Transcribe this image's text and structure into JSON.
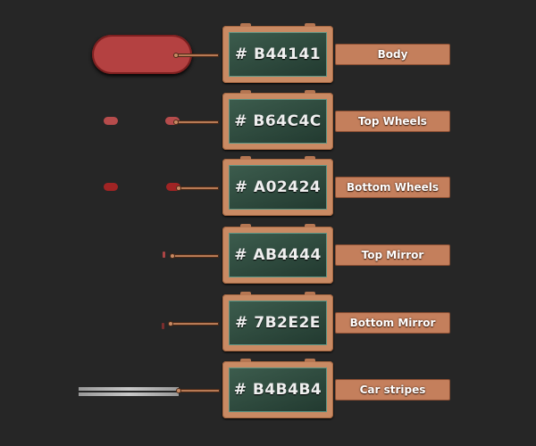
{
  "swatches": [
    {
      "hex_label": "# B44141",
      "name": "Body",
      "color": "#B44141"
    },
    {
      "hex_label": "# B64C4C",
      "name": "Top Wheels",
      "color": "#B64C4C"
    },
    {
      "hex_label": "# A02424",
      "name": "Bottom Wheels",
      "color": "#A02424"
    },
    {
      "hex_label": "# AB4444",
      "name": "Top Mirror",
      "color": "#AB4444"
    },
    {
      "hex_label": "# 7B2E2E",
      "name": "Bottom Mirror",
      "color": "#7B2E2E"
    },
    {
      "hex_label": "# B4B4B4",
      "name": "Car stripes",
      "color": "#B4B4B4"
    }
  ]
}
